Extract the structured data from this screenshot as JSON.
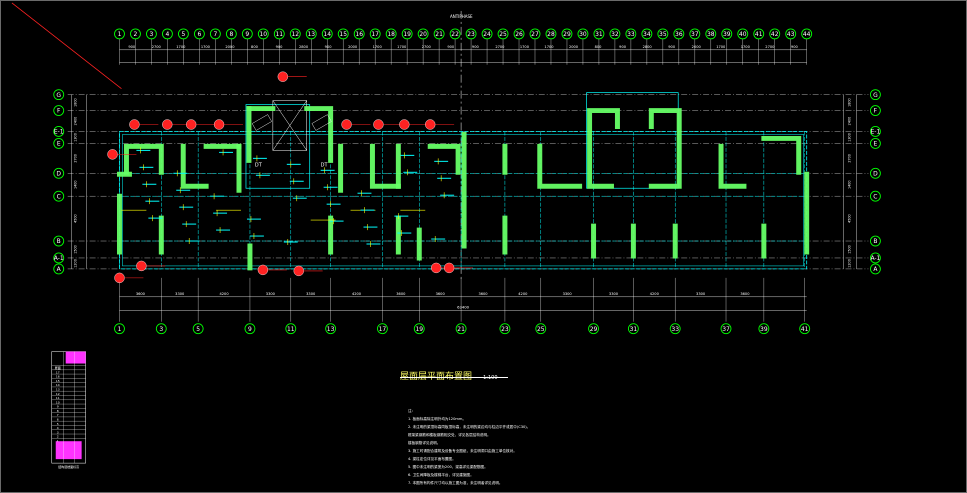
{
  "drawing": {
    "title": "屋面层平面布置图",
    "scale": "1:100",
    "top_label": "ANTIPHASE",
    "notes_lead": "注：",
    "notes": [
      "1. 板面标高除注明外均为120mm。",
      "2. 未注明的梁顶标高同板顶标高，未注明的梁边均与柱边平齐或居中(C30)。",
      "   框架梁钢筋和楼板钢筋相交处，详见各层结构说明。",
      "   楼板钢筋详见说明。",
      "3. 施工时请配合建筑及设备专业图纸，未注明洞口由施工单位核对。",
      "4. 梁柱定位详见平面布置图。",
      "5. 图中未注明的梁宽为200，梁高详见梁配筋图。",
      "6. 卫生间降板及楼梯平台，详见建施图。",
      "7. 本图所有构件尺寸均以施工图为准，未注明者详见说明。"
    ]
  },
  "grid": {
    "top_axes": [
      "1",
      "2",
      "3",
      "4",
      "5",
      "6",
      "7",
      "8",
      "9",
      "10",
      "11",
      "12",
      "13",
      "14",
      "15",
      "16",
      "17",
      "18",
      "19",
      "20",
      "21",
      "22",
      "23",
      "24",
      "25",
      "26",
      "27",
      "28",
      "29",
      "30",
      "31",
      "32",
      "33",
      "34",
      "35",
      "36",
      "37",
      "38",
      "39",
      "40",
      "41",
      "42",
      "43",
      "44"
    ],
    "bottom_axes": [
      "1",
      "3",
      "5",
      "9",
      "11",
      "13",
      "17",
      "19",
      "21",
      "23",
      "25",
      "29",
      "31",
      "33",
      "37",
      "39",
      "41"
    ],
    "rows_left": [
      "G",
      "F",
      "E-1",
      "E",
      "D",
      "C",
      "B",
      "A-1",
      "A"
    ],
    "rows_right": [
      "G",
      "F",
      "E-1",
      "E",
      "D",
      "C",
      "B",
      "A-1",
      "A"
    ],
    "top_dims": [
      "900",
      "2700",
      "1700",
      "1700",
      "2000",
      "800",
      "900",
      "2800",
      "900",
      "2000",
      "1700",
      "1700",
      "2700",
      "900",
      "900",
      "2700",
      "1700",
      "1700",
      "2000",
      "800",
      "900",
      "2800",
      "900",
      "2000",
      "1700",
      "1700",
      "2700",
      "900"
    ],
    "bottom_dims": [
      "3600",
      "3300",
      "4200",
      "3300",
      "3300",
      "4200",
      "3600",
      "3600",
      "3600",
      "4200",
      "3300",
      "3300",
      "4200",
      "3300",
      "3600"
    ],
    "total_dim": "63400",
    "left_dims": [
      "1800",
      "2400",
      "1300",
      "2700",
      "1400",
      "4500",
      "1500",
      "1200"
    ],
    "right_dims": [
      "1800",
      "2400",
      "1300",
      "2700",
      "1400",
      "4500",
      "1500",
      "1200"
    ]
  },
  "rooms": {
    "room_a": "DT",
    "room_b": "DT"
  },
  "legend": {
    "levels": [
      "屋面",
      "17",
      "16",
      "15",
      "14",
      "13",
      "12",
      "11",
      "10",
      "9",
      "8",
      "7",
      "6",
      "5",
      "4",
      "3",
      "2",
      "1"
    ],
    "caption": "结构层楼面标高"
  },
  "colors": {
    "background": "#000000",
    "grid": "#ffffff",
    "axis_bubble": "#00ff00",
    "wall": "#66ff66",
    "beam": "#00ffff",
    "annotation": "#ff3333",
    "accent": "#ffff00",
    "legend": "#ff33ff"
  }
}
